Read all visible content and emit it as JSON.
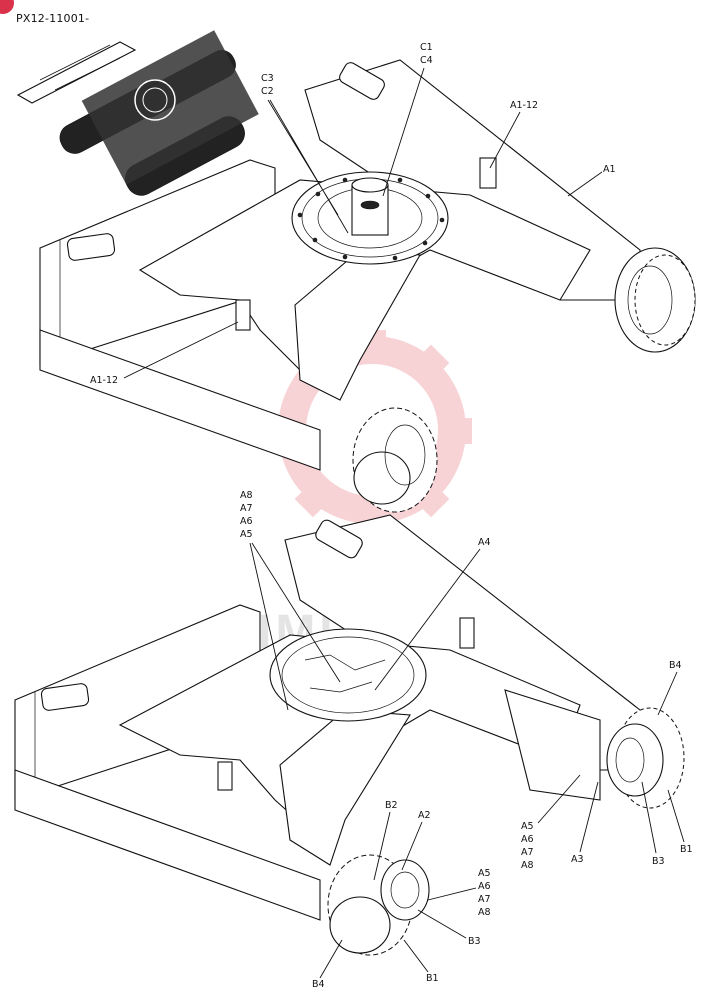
{
  "document": {
    "code": "PX12-11001-",
    "watermark": "IMITEX",
    "badge_color": "#d9324a"
  },
  "top_frame": {
    "callouts": [
      {
        "key": "c1c4",
        "lines": [
          "C1",
          "C4"
        ]
      },
      {
        "key": "c3c2",
        "lines": [
          "C3",
          "C2"
        ]
      },
      {
        "key": "a1_12_top",
        "lines": [
          "A1-12"
        ]
      },
      {
        "key": "a1",
        "lines": [
          "A1"
        ]
      },
      {
        "key": "a1_12_left",
        "lines": [
          "A1-12"
        ]
      }
    ]
  },
  "bottom_frame": {
    "callouts": [
      {
        "key": "a8a5",
        "lines": [
          "A8",
          "A7",
          "A6",
          "A5"
        ]
      },
      {
        "key": "a4",
        "lines": [
          "A4"
        ]
      },
      {
        "key": "b4_right",
        "lines": [
          "B4"
        ]
      },
      {
        "key": "a5a8_right",
        "lines": [
          "A5",
          "A6",
          "A7",
          "A8"
        ]
      },
      {
        "key": "a3",
        "lines": [
          "A3"
        ]
      },
      {
        "key": "b3_right",
        "lines": [
          "B3"
        ]
      },
      {
        "key": "b1_right",
        "lines": [
          "B1"
        ]
      },
      {
        "key": "b2",
        "lines": [
          "B2"
        ]
      },
      {
        "key": "a2",
        "lines": [
          "A2"
        ]
      },
      {
        "key": "a5a8_lower",
        "lines": [
          "A5",
          "A6",
          "A7",
          "A8"
        ]
      },
      {
        "key": "b3_lower",
        "lines": [
          "B3"
        ]
      },
      {
        "key": "b4_lower",
        "lines": [
          "B4"
        ]
      },
      {
        "key": "b1_lower",
        "lines": [
          "B1"
        ]
      }
    ]
  }
}
